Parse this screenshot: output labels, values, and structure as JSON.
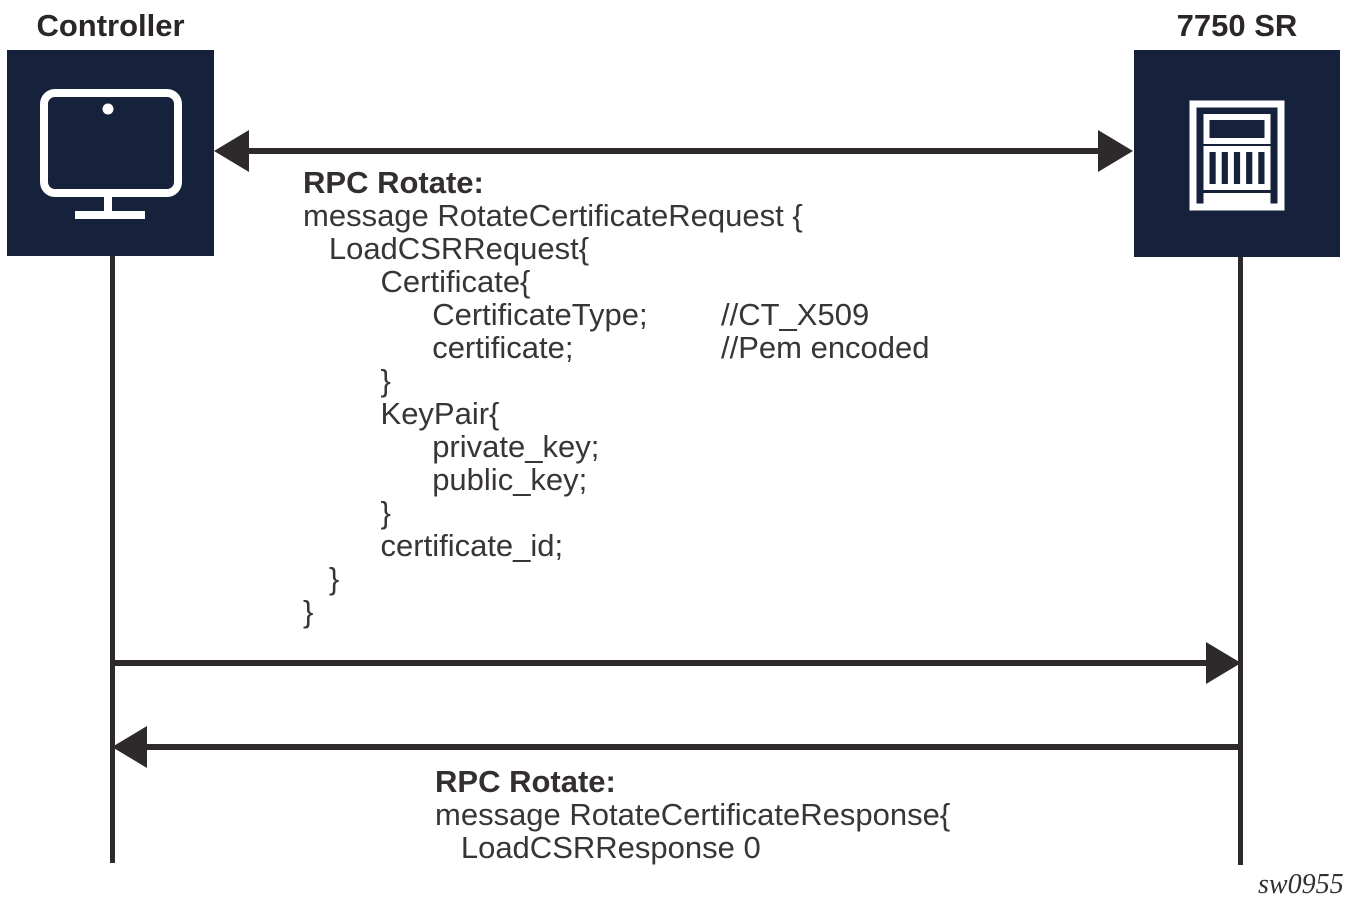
{
  "actors": {
    "controller": {
      "title": "Controller"
    },
    "router": {
      "title": "7750 SR"
    }
  },
  "request": {
    "heading": "RPC Rotate:",
    "lines": [
      {
        "text": "message RotateCertificateRequest {"
      },
      {
        "text": "   LoadCSRRequest{"
      },
      {
        "text": "         Certificate{"
      },
      {
        "text": "               CertificateType;",
        "comment": "//CT_X509"
      },
      {
        "text": "               certificate;",
        "comment": "//Pem encoded"
      },
      {
        "text": "         }"
      },
      {
        "text": "         KeyPair{"
      },
      {
        "text": "               private_key;"
      },
      {
        "text": "               public_key;"
      },
      {
        "text": "         }"
      },
      {
        "text": "         certificate_id;"
      },
      {
        "text": "   }"
      },
      {
        "text": "}"
      }
    ]
  },
  "response": {
    "heading": "RPC Rotate:",
    "lines": [
      {
        "text": "message RotateCertificateResponse{"
      },
      {
        "text": "   LoadCSRResponse 0"
      }
    ]
  },
  "figure_id": "sw0955",
  "colors": {
    "actor_bg": "#16213c",
    "ink": "#2e2a2b",
    "text": "#393536",
    "icon_stroke": "#ffffff"
  }
}
